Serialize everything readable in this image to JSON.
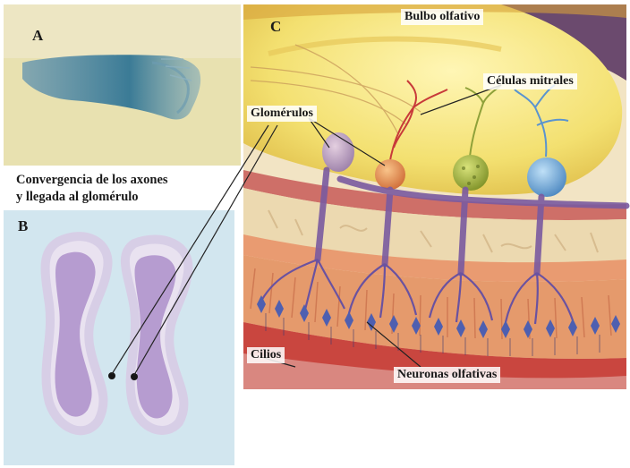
{
  "panels": {
    "a": {
      "letter": "A"
    },
    "b": {
      "letter": "B"
    },
    "c": {
      "letter": "C"
    }
  },
  "caption_ab": {
    "line1": "Convergencia de los axones",
    "line2": "y llegada al glomérulo"
  },
  "labels": {
    "bulbo": "Bulbo olfativo",
    "mitrales": "Células mitrales",
    "glomerulos": "Glomérulos",
    "cilios": "Cilios",
    "neuronas": "Neuronas olfativas"
  },
  "colors": {
    "panel_a_bg": "#e7e0ad",
    "panel_a_stain": "#3f7f9a",
    "panel_b_bg": "#cfe4ee",
    "panel_b_lobe": "#b69cd0",
    "bulb_yellow": "#f5e27a",
    "bone_band": "#ecd9b0",
    "epithelium": "#e59a6c",
    "mitral_red": "#d9844a",
    "mitral_green": "#9db23a",
    "mitral_blue": "#6fa9d6",
    "glomerulus_purple": "#b08fb7",
    "axon_purple": "#7a5aa0",
    "cilia_blue": "#4e5fb0"
  }
}
